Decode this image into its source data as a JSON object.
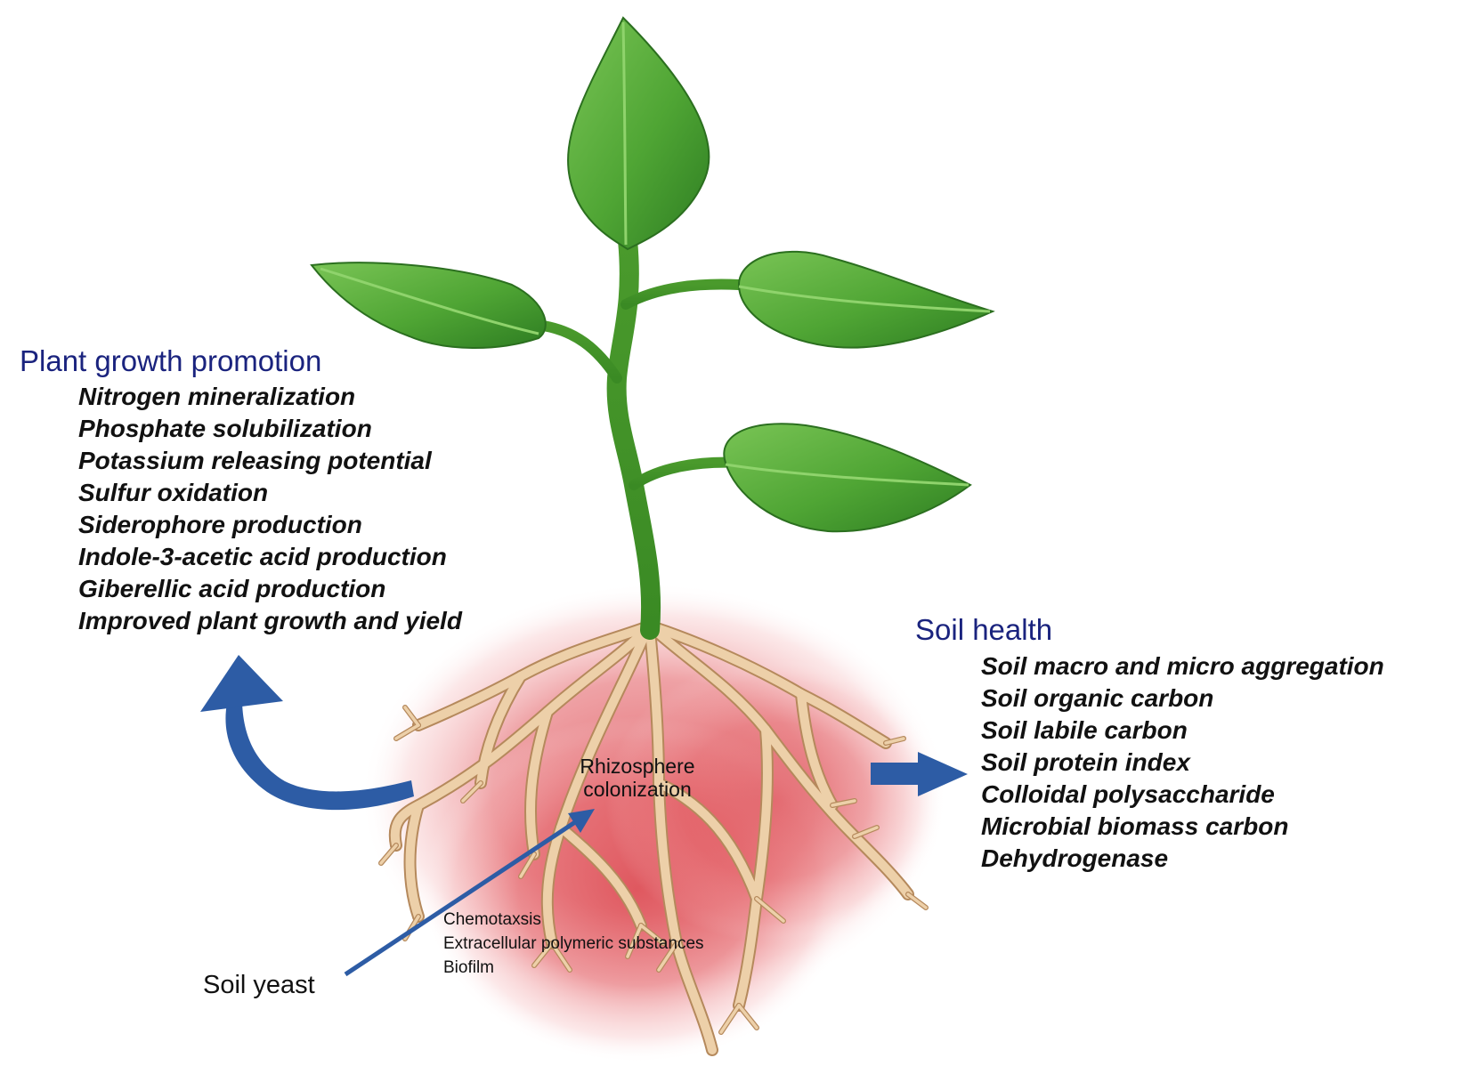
{
  "colors": {
    "heading": "#1a237e",
    "arrow": "#2d5ca5",
    "leaf": "#5cb13c",
    "leaf_dark": "#2f7e22",
    "stem": "#4e9a2a",
    "root": "#e9c9a1",
    "rhizosphere_glow": "#e0565c",
    "text": "#111111"
  },
  "plant_growth_promotion": {
    "heading": "Plant growth promotion",
    "items": [
      "Nitrogen mineralization",
      "Phosphate solubilization",
      "Potassium releasing potential",
      "Sulfur oxidation",
      "Siderophore production",
      "Indole-3-acetic acid production",
      "Giberellic acid production",
      "Improved plant growth and yield"
    ]
  },
  "soil_health": {
    "heading": "Soil health",
    "items": [
      "Soil macro and micro aggregation",
      "Soil organic carbon",
      "Soil labile carbon",
      "Soil protein index",
      "Colloidal polysaccharide",
      "Microbial biomass carbon",
      "Dehydrogenase"
    ]
  },
  "rhizosphere": {
    "line1": "Rhizosphere",
    "line2": "colonization"
  },
  "mechanisms": [
    "Chemotaxsis",
    "Extracellular polymeric substances",
    "Biofilm"
  ],
  "source_label": "Soil yeast",
  "icons": {
    "plant": "plant-icon",
    "roots": "roots-icon",
    "arrows": [
      "curved-arrow-up-left",
      "arrow-right",
      "arrow-up-right"
    ]
  }
}
